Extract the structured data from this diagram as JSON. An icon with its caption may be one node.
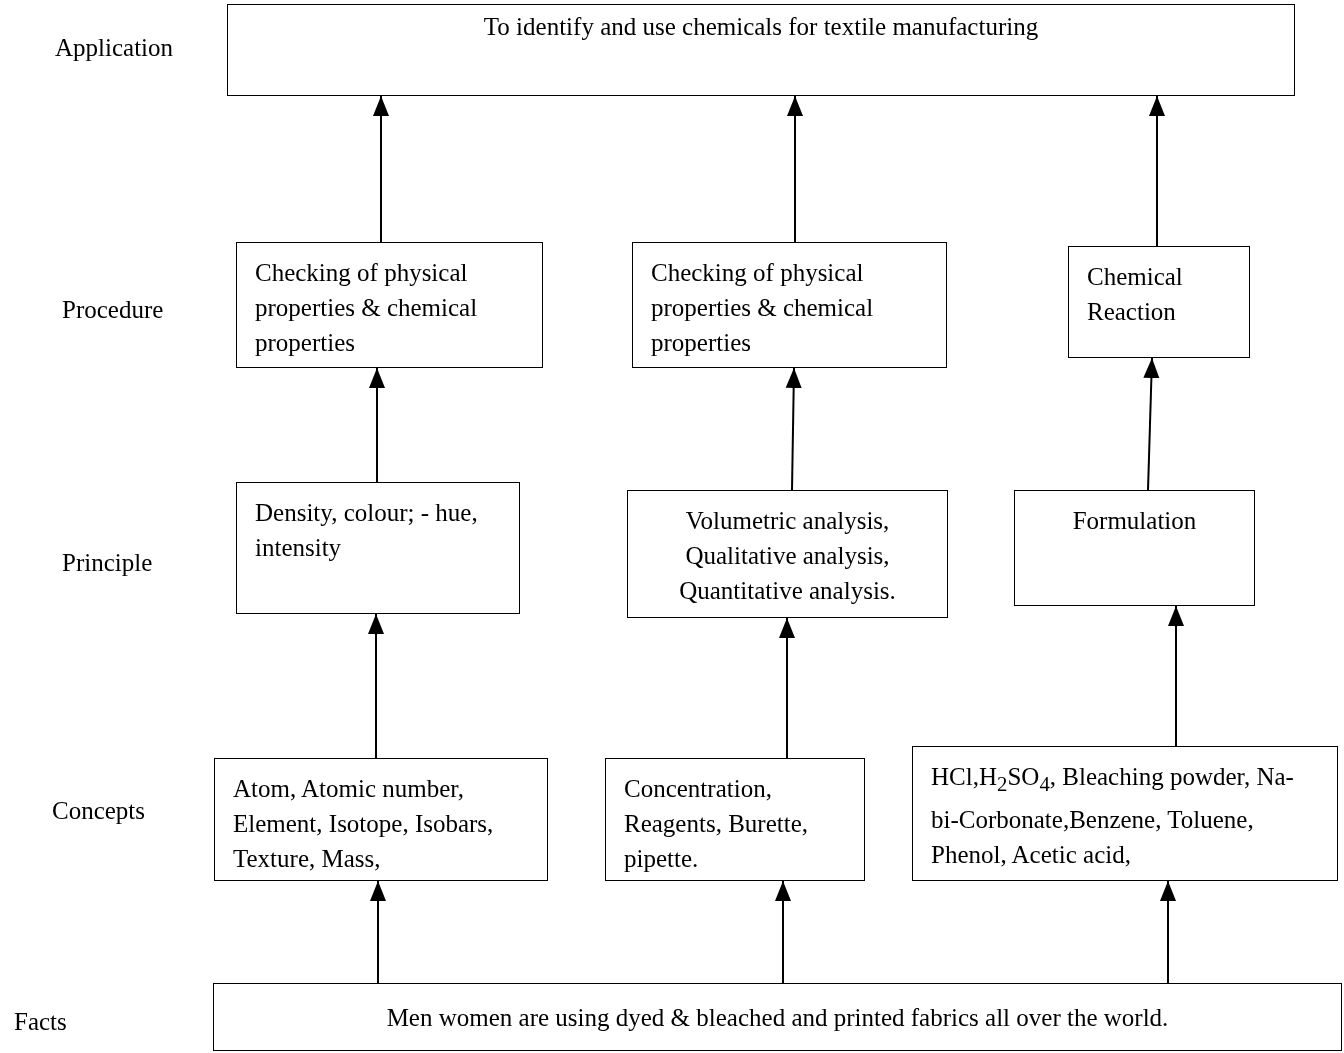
{
  "diagram": {
    "nodes": [
      {
        "text": [
          "To identify and use chemicals for textile manufacturing"
        ]
      },
      {
        "text": [
          "Checking of physical properties & chemical properties"
        ]
      },
      {
        "text": [
          "Checking of physical properties & chemical properties"
        ]
      },
      {
        "text": [
          "Chemical Reaction"
        ]
      },
      {
        "text": [
          "Density, colour; - hue, intensity"
        ]
      },
      {
        "text": [
          "Volumetric analysis, Qualitative analysis, Quantitative analysis."
        ]
      },
      {
        "text": [
          "Formulation"
        ]
      },
      {
        "text": [
          "Atom, Atomic number, Element, Isotope, Isobars, Texture, Mass,"
        ]
      },
      {
        "text": [
          "Concentration, Reagents, Burette, pipette."
        ]
      },
      {
        "text": [
          "HCl,H$_{2}$SO$_{4}$, Bleaching powder, Na-bi-Corbonate,Benzene, Toluene, Phenol, Acetic acid,"
        ]
      },
      {
        "text": [
          "Men women are using dyed & bleached and printed fabrics all over the world."
        ]
      }
    ],
    "edges": [
      {
        "from": 10,
        "to": 7,
        "arrow": "to"
      },
      {
        "from": 10,
        "to": 8,
        "arrow": "to"
      },
      {
        "from": 10,
        "to": 9,
        "arrow": "to"
      },
      {
        "from": 7,
        "to": 4,
        "arrow": "to"
      },
      {
        "from": 8,
        "to": 5,
        "arrow": "to"
      },
      {
        "from": 9,
        "to": 6,
        "arrow": "to"
      },
      {
        "from": 4,
        "to": 1,
        "arrow": "to"
      },
      {
        "from": 5,
        "to": 2,
        "arrow": "to"
      },
      {
        "from": 6,
        "to": 3,
        "arrow": "to"
      },
      {
        "from": 1,
        "to": 0,
        "arrow": "to"
      },
      {
        "from": 2,
        "to": 0,
        "arrow": "to"
      },
      {
        "from": 3,
        "to": 0,
        "arrow": "to"
      }
    ],
    "labels": [
      "Application",
      "Procedure",
      "Principle",
      "Concepts",
      "Facts"
    ]
  }
}
